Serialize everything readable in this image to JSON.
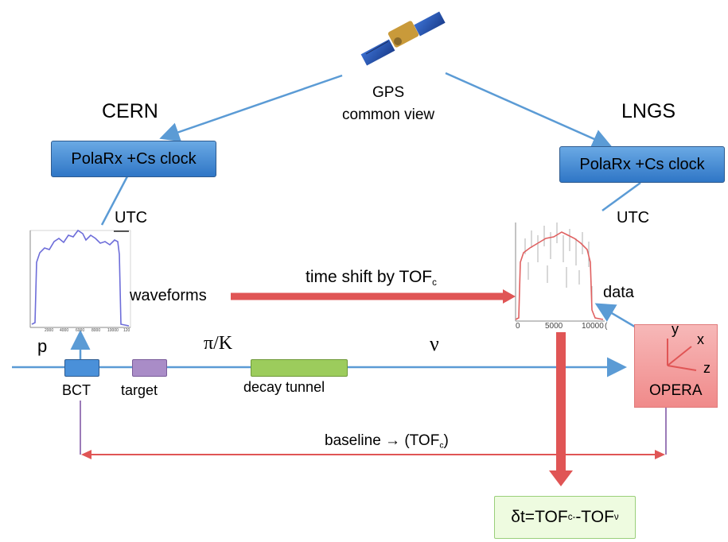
{
  "satellite": {
    "label_line1": "GPS",
    "label_line2": "common view"
  },
  "sites": {
    "left": "CERN",
    "right": "LNGS"
  },
  "clocks": {
    "left": "PolaRx +Cs clock",
    "right": "PolaRx +Cs clock"
  },
  "utc": {
    "left": "UTC",
    "right": "UTC"
  },
  "waveforms": {
    "label": "waveforms",
    "left_ticks": [
      "2000",
      "4000",
      "6000",
      "8000",
      "10000",
      "120"
    ],
    "right_ticks": [
      "0",
      "5000",
      "10000",
      "("
    ]
  },
  "shift": {
    "text": "time shift by TOF",
    "sub": "c"
  },
  "data_label": "data",
  "beam": {
    "p": "p",
    "pik": "π/K",
    "nu": "ν"
  },
  "components": {
    "bct": "BCT",
    "target": "target",
    "tunnel": "decay tunnel"
  },
  "opera": {
    "label": "OPERA",
    "axis_x": "x",
    "axis_y": "y",
    "axis_z": "z"
  },
  "baseline": {
    "text": "baseline → (TOF",
    "sub": "c",
    "close": ")"
  },
  "result": {
    "prefix": "δt=TOF",
    "sub1": "c-",
    "mid": "-TOF",
    "sub2": "ν"
  },
  "colors": {
    "clock_blue": "#4a90d9",
    "line_blue": "#5b9bd5",
    "red_arrow": "#e05555",
    "purple": "#9b7bb8",
    "target": "#a98cc7",
    "tunnel": "#9ccc5c",
    "opera": "#f4a9a9",
    "result_bg": "#eefbe0"
  }
}
